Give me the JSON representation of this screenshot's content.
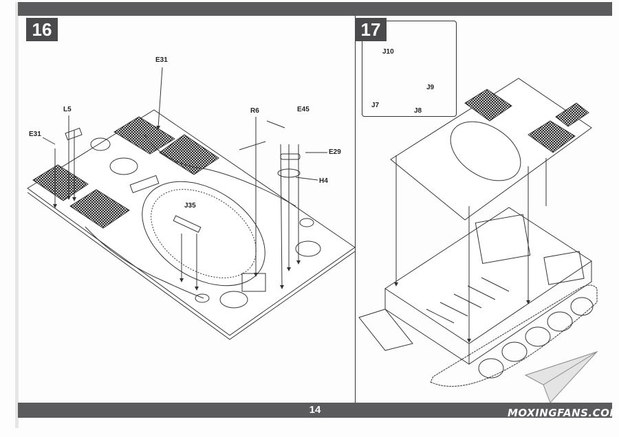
{
  "page_number": "14",
  "watermark": "MOXINGFANS.COM",
  "steps": [
    {
      "number": "16",
      "part_labels": {
        "e31_top": "E31",
        "l5": "L5",
        "e31_left": "E31",
        "r6": "R6",
        "e45": "E45",
        "e29": "E29",
        "h4": "H4",
        "j35": "J35"
      }
    },
    {
      "number": "17",
      "part_labels": {
        "j10": "J10",
        "j9": "J9",
        "j7": "J7",
        "j8": "J8"
      }
    }
  ],
  "colors": {
    "bar": "#5b5b5d",
    "badge": "#4a4a4c",
    "line": "#333333"
  }
}
